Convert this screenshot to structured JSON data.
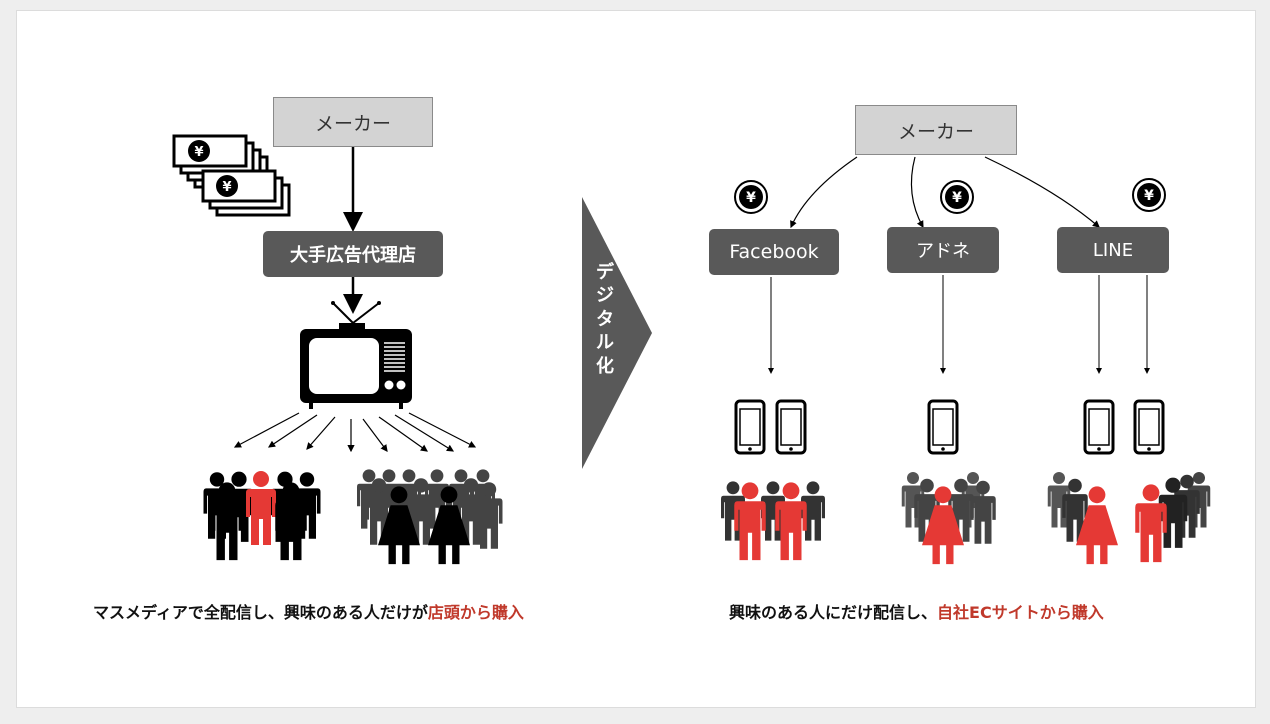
{
  "left": {
    "maker": "メーカー",
    "agency": "大手広告代理店",
    "caption_main": "マスメディアで全配信し、興味のある人だけが",
    "caption_highlight": "店頭から購入"
  },
  "transition": {
    "label_chars": [
      "デ",
      "ジ",
      "タ",
      "ル",
      "化"
    ]
  },
  "right": {
    "maker": "メーカー",
    "channels": [
      "Facebook",
      "アドネ",
      "LINE"
    ],
    "caption_main": "興味のある人にだけ配信し、",
    "caption_highlight": "自社ECサイトから購入"
  },
  "icons": {
    "yen_symbol": "¥"
  },
  "colors": {
    "highlight": "#c0392b",
    "person_red": "#e53935",
    "dark_box": "#595959"
  }
}
